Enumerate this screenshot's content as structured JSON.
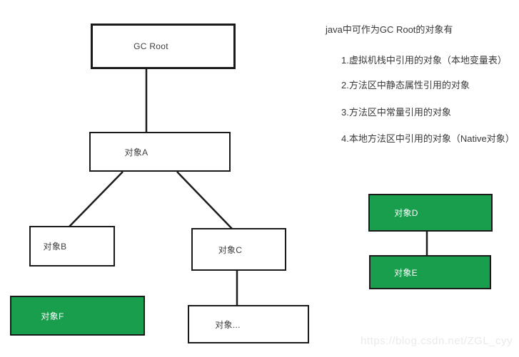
{
  "diagram": {
    "nodes": [
      {
        "id": "gc-root",
        "label": "GC Root",
        "state": "root"
      },
      {
        "id": "obj-a",
        "label": "对象A",
        "state": "reachable"
      },
      {
        "id": "obj-b",
        "label": "对象B",
        "state": "reachable"
      },
      {
        "id": "obj-c",
        "label": "对象C",
        "state": "reachable"
      },
      {
        "id": "obj-d",
        "label": "对象D",
        "state": "unreachable"
      },
      {
        "id": "obj-e",
        "label": "对象E",
        "state": "unreachable"
      },
      {
        "id": "obj-f",
        "label": "对象F",
        "state": "unreachable"
      },
      {
        "id": "obj-ellipsis",
        "label": "对象...",
        "state": "reachable"
      }
    ],
    "edges": [
      {
        "from": "gc-root",
        "to": "obj-a"
      },
      {
        "from": "obj-a",
        "to": "obj-b"
      },
      {
        "from": "obj-a",
        "to": "obj-c"
      },
      {
        "from": "obj-c",
        "to": "obj-ellipsis"
      },
      {
        "from": "obj-d",
        "to": "obj-e"
      }
    ]
  },
  "notes": {
    "title": "java中可作为GC Root的对象有",
    "items": [
      "1.虚拟机栈中引用的对象（本地变量表）",
      "2.方法区中静态属性引用的对象",
      "3.方法区中常量引用的对象",
      "4.本地方法区中引用的对象（Native对象）"
    ]
  },
  "watermark": {
    "text": "https://blog.csdn.net/ZGL_cyy"
  },
  "colors": {
    "green_fill": "#189e4d",
    "box_border": "#1a1a1a",
    "label_dark": "#3d3d3d",
    "label_light": "#ffffff",
    "note_text": "#3a3a3a",
    "watermark": "#eaeaea",
    "background": "#ffffff"
  }
}
